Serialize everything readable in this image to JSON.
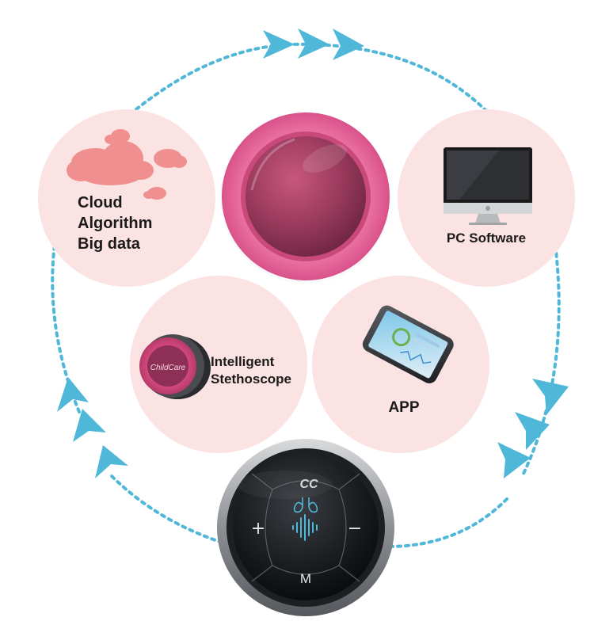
{
  "nodes": {
    "cloud": {
      "lines": [
        "Cloud",
        "Algorithm",
        "Big data"
      ]
    },
    "pc": {
      "label": "PC Software"
    },
    "stethoscope": {
      "lines": [
        "Intelligent",
        "Stethoscope"
      ],
      "brand": "ChildCare"
    },
    "app": {
      "label": "APP"
    }
  },
  "device": {
    "logo": "CC",
    "plus": "+",
    "minus": "−",
    "mode": "M"
  },
  "colors": {
    "bubble": "#fbe3e3",
    "cycle": "#4fb7d8",
    "pink": "#e4679a",
    "cloud": "#f08f8f"
  },
  "icons": [
    "cloud-icon",
    "pink-chestpiece-icon",
    "imac-icon",
    "stethoscope-icon",
    "smartphone-icon",
    "lungs-icon",
    "sound-wave-icon"
  ]
}
